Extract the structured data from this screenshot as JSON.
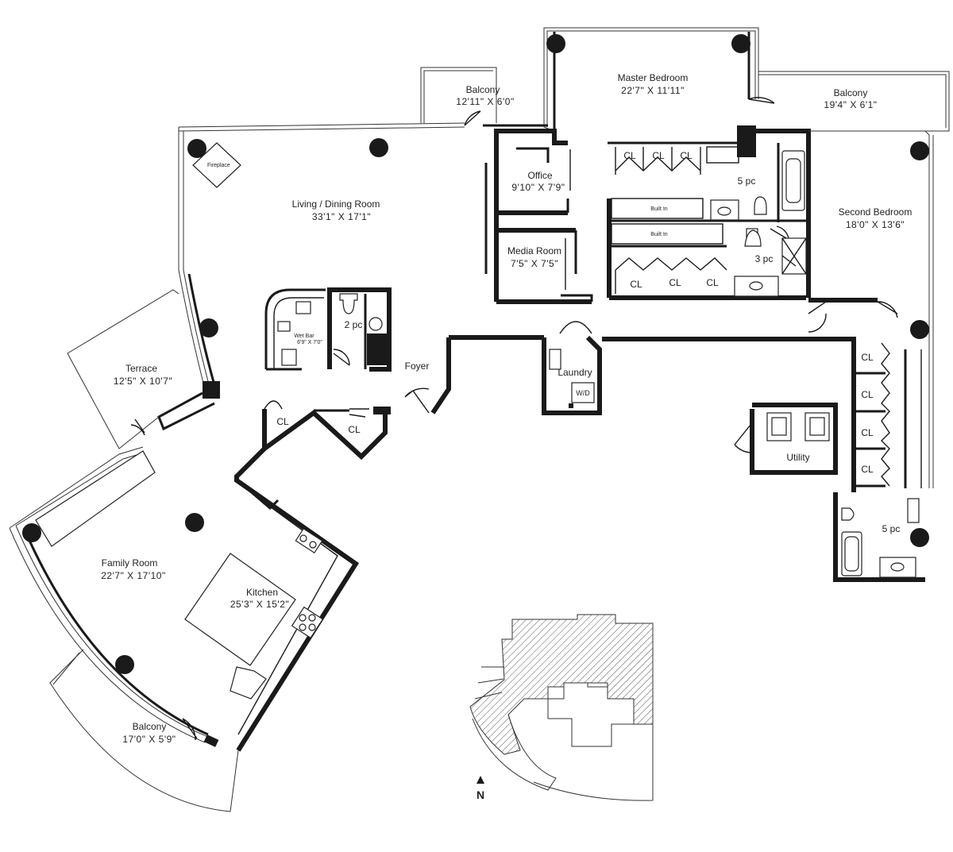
{
  "rooms": {
    "master_bedroom": {
      "name": "Master Bedroom",
      "dim": "22'7\" X 11'11\""
    },
    "balcony_north": {
      "name": "Balcony",
      "dim": "12'11\" X 6'0\""
    },
    "balcony_east": {
      "name": "Balcony",
      "dim": "19'4\" X 6'1\""
    },
    "living_dining": {
      "name": "Living / Dining Room",
      "dim": "33'1\" X 17'1\""
    },
    "office": {
      "name": "Office",
      "dim": "9'10\" X 7'9\""
    },
    "media_room": {
      "name": "Media Room",
      "dim": "7'5\" X 7'5\""
    },
    "second_bedroom": {
      "name": "Second Bedroom",
      "dim": "18'0\" X 13'6\""
    },
    "terrace": {
      "name": "Terrace",
      "dim": "12'5\" X 10'7\""
    },
    "wet_bar": {
      "name": "Wet Bar",
      "dim": "6'9\" X 7'0\""
    },
    "family_room": {
      "name": "Family Room",
      "dim": "22'7\" X 17'10\""
    },
    "kitchen": {
      "name": "Kitchen",
      "dim": "25'3\" X 15'2\""
    },
    "balcony_south": {
      "name": "Balcony",
      "dim": "17'0\" X 5'9\""
    }
  },
  "labels": {
    "fireplace": "Fireplace",
    "foyer": "Foyer",
    "laundry": "Laundry",
    "wd": "W/D",
    "utility": "Utility",
    "bath_2pc": "2 pc",
    "bath_3pc": "3 pc",
    "bath_5pc_master": "5 pc",
    "bath_5pc_second": "5 pc",
    "built_in_1": "Built In",
    "built_in_2": "Built In",
    "closet": "CL",
    "north": "N"
  },
  "icons": [
    "north-arrow-icon",
    "toilet-icon",
    "sink-icon",
    "bathtub-icon",
    "stove-icon",
    "washer-dryer-icon"
  ]
}
